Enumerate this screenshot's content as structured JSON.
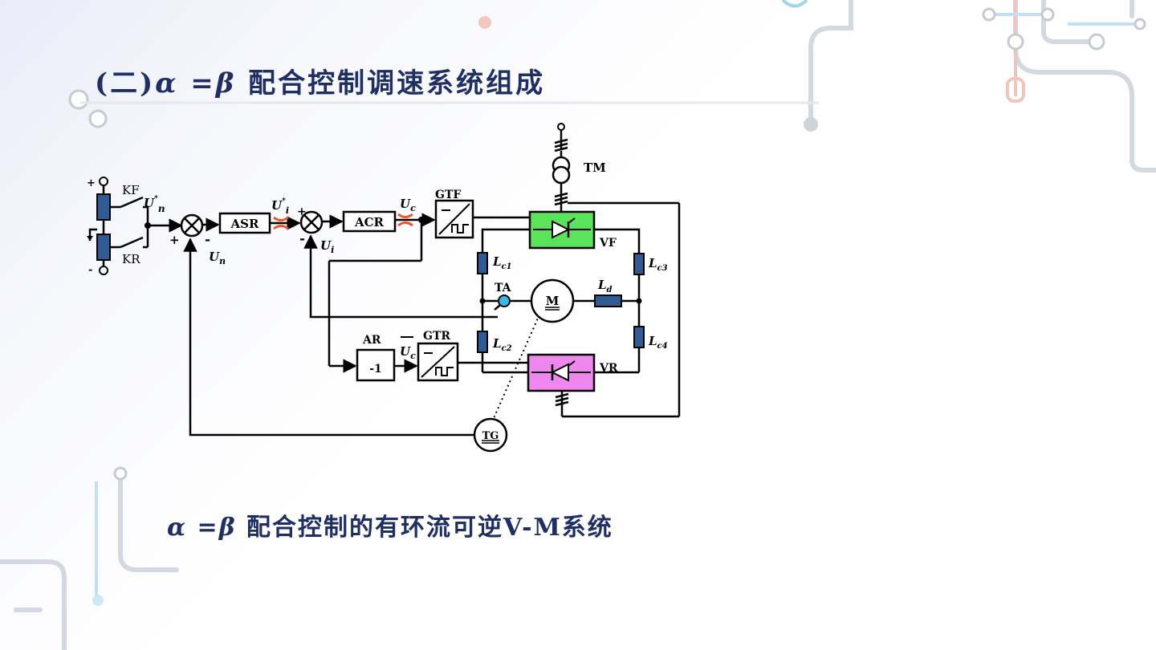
{
  "title": {
    "prefix": "(二)",
    "alpha": "α",
    "equals": " =",
    "beta": "β",
    "rest": " 配合控制调速系统组成"
  },
  "caption": {
    "alpha": "α",
    "equals": " =",
    "beta": "β",
    "rest": " 配合控制的有环流可逆V-M系统"
  },
  "colors": {
    "heading": "#1f2f63",
    "vf_bridge": "#5be35b",
    "vr_bridge": "#ee88ee",
    "cross_marker": "#e8562a",
    "component_fill": "#2f5a93",
    "ta_fill": "#3ab9e8"
  },
  "diagram": {
    "plus_top": "+",
    "minus_bottom": "-",
    "kf": "KF",
    "kr": "KR",
    "un_star_main": "U",
    "un_star_sup": "*",
    "un_star_sub": "n",
    "sum1_plus": "+",
    "sum1_minus": "-",
    "un_main": "U",
    "un_sub": "n",
    "asr": "ASR",
    "ui_star_main": "U",
    "ui_star_sup": "*",
    "ui_star_sub": "i",
    "sum2_plus": "+",
    "sum2_minus": "-",
    "ui_main": "U",
    "ui_sub": "i",
    "acr": "ACR",
    "uc_main": "U",
    "uc_sub": "c",
    "gtf": "GTF",
    "tm": "TM",
    "vf": "VF",
    "vr": "VR",
    "lc1_main": "L",
    "lc1_sub": "c1",
    "lc2_main": "L",
    "lc2_sub": "c2",
    "lc3_main": "L",
    "lc3_sub": "c3",
    "lc4_main": "L",
    "lc4_sub": "c4",
    "ld_main": "L",
    "ld_sub": "d",
    "ta": "TA",
    "m": "M",
    "ar": "AR",
    "ar_gain": "-1",
    "ucbar_main": "U",
    "ucbar_sub": "c",
    "gtr": "GTR",
    "tg": "TG"
  }
}
